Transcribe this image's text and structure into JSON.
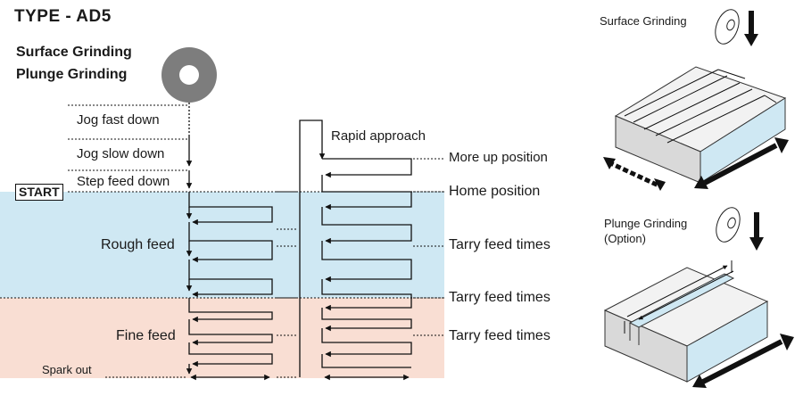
{
  "title": "TYPE - AD5",
  "subtitle_lines": [
    "Surface Grinding",
    "Plunge Grinding"
  ],
  "start_label": "START",
  "left_labels": {
    "jog_fast_down": "Jog  fast  down",
    "jog_slow_down": "Jog slow down",
    "step_feed_down": "Step feed down",
    "rough_feed": "Rough feed",
    "fine_feed": "Fine feed",
    "spark_out": "Spark out"
  },
  "rapid_approach": "Rapid approach",
  "right_labels": {
    "more_up_position": "More up position",
    "home_position": "Home position",
    "tarry_1": "Tarry feed times",
    "tarry_2": "Tarry feed times",
    "tarry_3": "Tarry feed times"
  },
  "panels": {
    "surface": {
      "title": "Surface Grinding"
    },
    "plunge": {
      "title_lines": [
        "Plunge Grinding",
        "(Option)"
      ]
    }
  },
  "colors": {
    "rough_zone": "#cfe8f3",
    "fine_zone": "#f9ded3",
    "block_top": "#f2f2f2",
    "block_side": "#d9d9d9",
    "groove_highlight": "#cfe8f3",
    "line": "#111111"
  }
}
